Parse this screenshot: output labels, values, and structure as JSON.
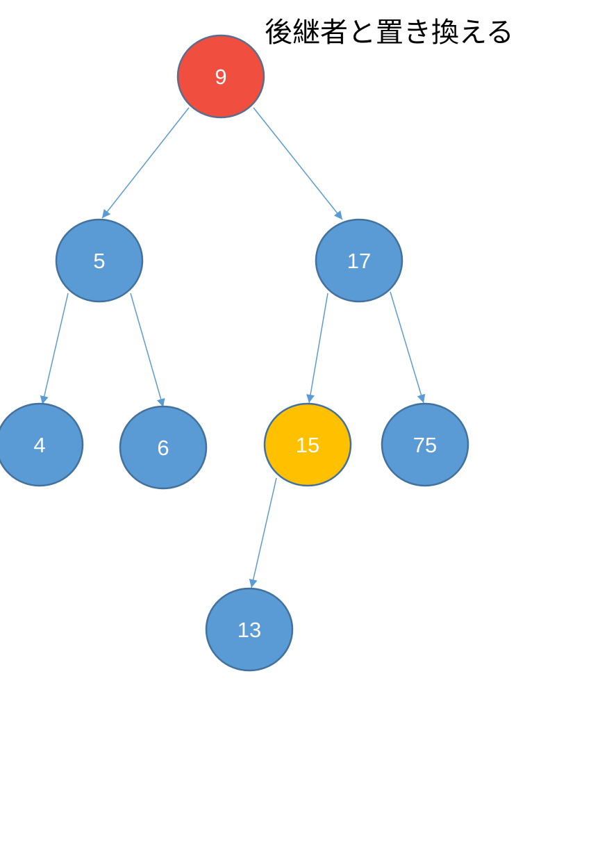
{
  "caption": "後継者と置き換える",
  "colors": {
    "node_fill": "#5b9bd5",
    "node_stroke": "#41719c",
    "deleted_fill": "#f04e3e",
    "deleted_stroke": "#5a6d8c",
    "successor_fill": "#ffc000",
    "successor_stroke": "#41719c",
    "edge": "#5b9bd5"
  },
  "tree": {
    "nodes": [
      {
        "id": "n9",
        "label": "9",
        "role": "deleted"
      },
      {
        "id": "n5",
        "label": "5",
        "role": "normal"
      },
      {
        "id": "n17",
        "label": "17",
        "role": "normal"
      },
      {
        "id": "n4",
        "label": "4",
        "role": "normal"
      },
      {
        "id": "n6",
        "label": "6",
        "role": "normal"
      },
      {
        "id": "n15",
        "label": "15",
        "role": "successor"
      },
      {
        "id": "n75",
        "label": "75",
        "role": "normal"
      },
      {
        "id": "n13",
        "label": "13",
        "role": "normal"
      }
    ],
    "edges": [
      {
        "from": "n9",
        "to": "n5"
      },
      {
        "from": "n9",
        "to": "n17"
      },
      {
        "from": "n5",
        "to": "n4"
      },
      {
        "from": "n5",
        "to": "n6"
      },
      {
        "from": "n17",
        "to": "n15"
      },
      {
        "from": "n17",
        "to": "n75"
      },
      {
        "from": "n15",
        "to": "n13"
      }
    ]
  }
}
